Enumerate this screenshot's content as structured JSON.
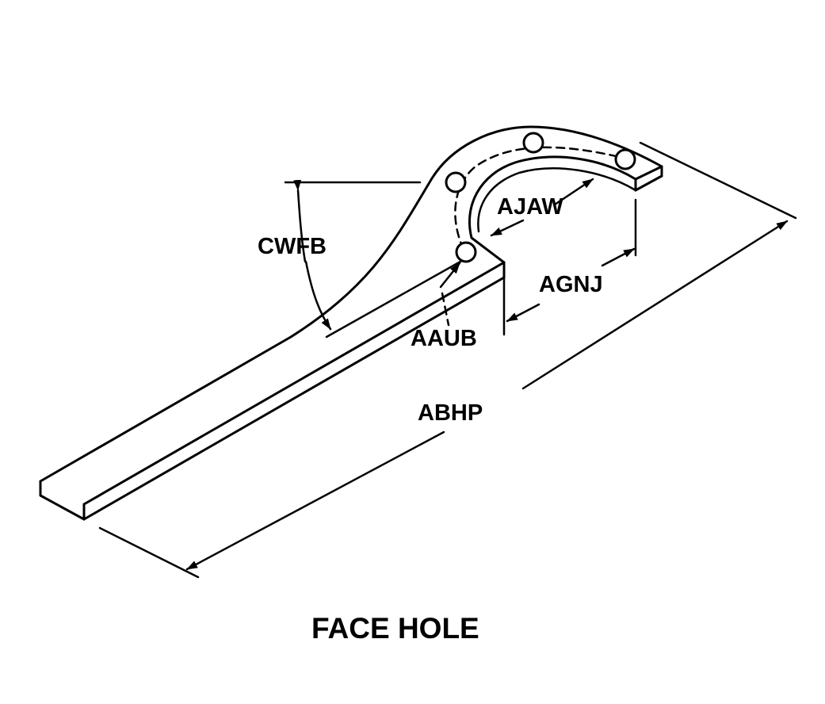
{
  "diagram": {
    "labels": {
      "cwfb": "CWFB",
      "ajaw": "AJAW",
      "agnj": "AGNJ",
      "aaub": "AAUB",
      "abhp": "ABHP"
    },
    "caption": "FACE HOLE"
  }
}
